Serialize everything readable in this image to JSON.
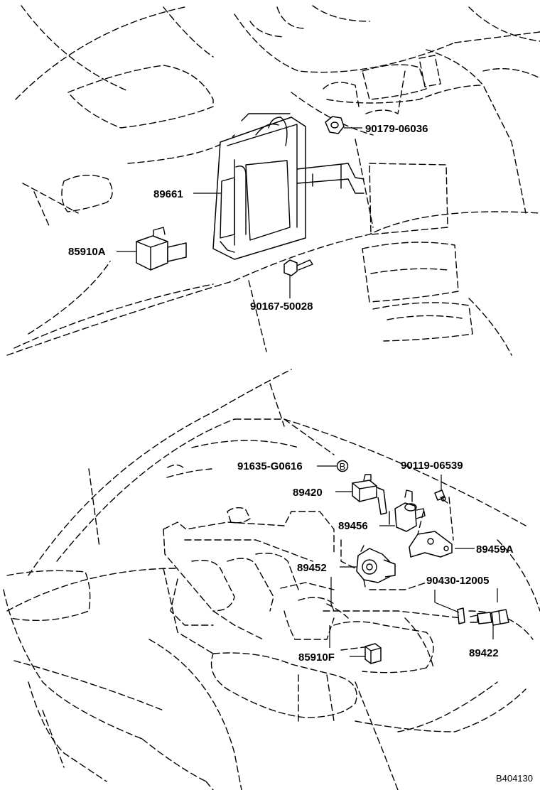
{
  "labels": {
    "p90179": "90179-06036",
    "p89661": "89661",
    "p85910a": "85910A",
    "p90167": "90167-50028",
    "p91635": "91635-G0616",
    "p90119": "90119-06539",
    "p89420": "89420",
    "p89456": "89456",
    "p89459a": "89459A",
    "p89452": "89452",
    "p90430": "90430-12005",
    "p85910f": "85910F",
    "p89422": "89422",
    "marker_b": "B",
    "drawing_id": "B404130"
  }
}
